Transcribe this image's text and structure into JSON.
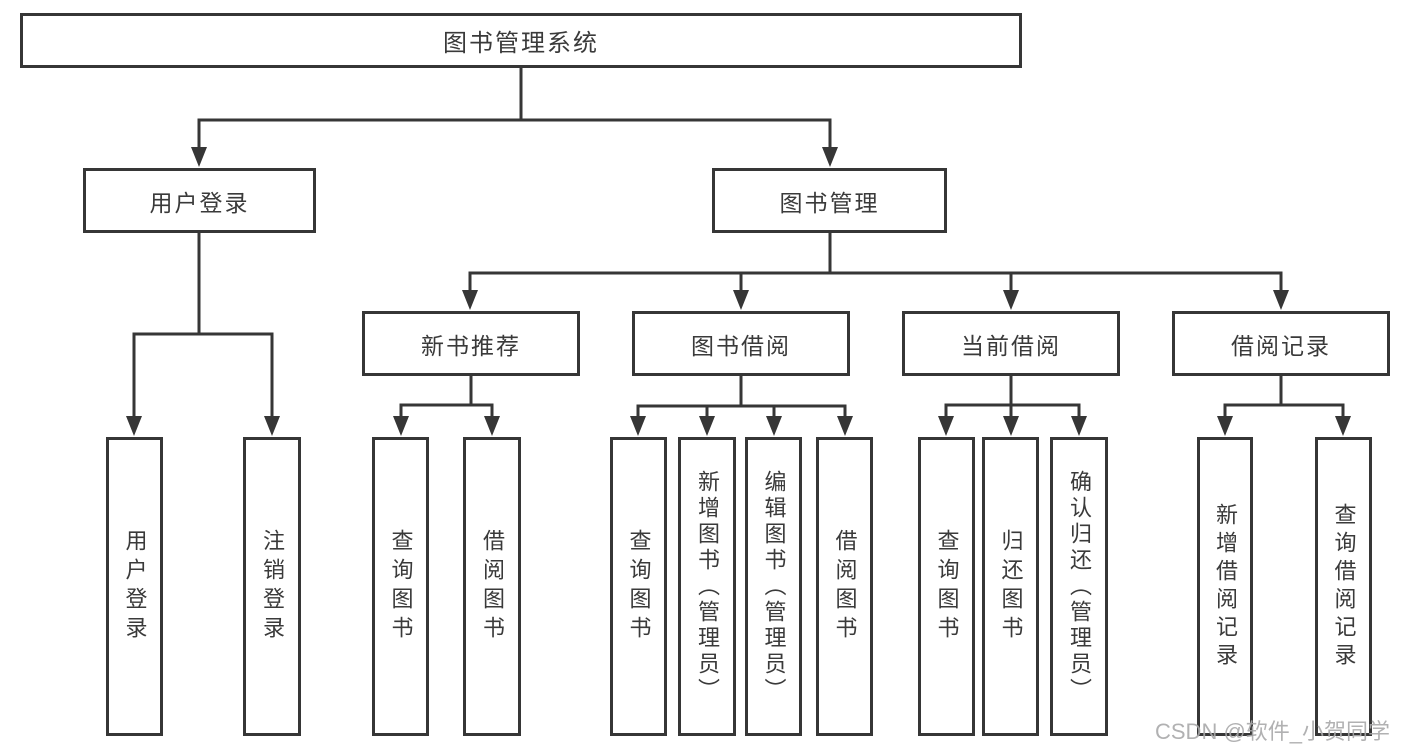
{
  "diagram": {
    "title": "图书管理系统",
    "root": {
      "label": "图书管理系统"
    },
    "level2": [
      {
        "label": "用户登录"
      },
      {
        "label": "图书管理"
      }
    ],
    "level3": [
      {
        "label": "新书推荐",
        "parent": "图书管理"
      },
      {
        "label": "图书借阅",
        "parent": "图书管理"
      },
      {
        "label": "当前借阅",
        "parent": "图书管理"
      },
      {
        "label": "借阅记录",
        "parent": "图书管理"
      }
    ],
    "leaves": [
      {
        "label": "用户登录",
        "parent": "用户登录"
      },
      {
        "label": "注销登录",
        "parent": "用户登录"
      },
      {
        "label": "查询图书",
        "parent": "新书推荐"
      },
      {
        "label": "借阅图书",
        "parent": "新书推荐"
      },
      {
        "label": "查询图书",
        "parent": "图书借阅"
      },
      {
        "label": "新增图书（管理员）",
        "parent": "图书借阅"
      },
      {
        "label": "编辑图书（管理员）",
        "parent": "图书借阅"
      },
      {
        "label": "借阅图书",
        "parent": "图书借阅"
      },
      {
        "label": "查询图书",
        "parent": "当前借阅"
      },
      {
        "label": "归还图书",
        "parent": "当前借阅"
      },
      {
        "label": "确认归还（管理员）",
        "parent": "当前借阅"
      },
      {
        "label": "新增借阅记录",
        "parent": "借阅记录"
      },
      {
        "label": "查询借阅记录",
        "parent": "借阅记录"
      }
    ]
  },
  "colors": {
    "line": "#363636",
    "text": "#3a3a3a",
    "box_background": "#ffffff",
    "watermark": "#a8a8aa"
  },
  "watermark": {
    "text": "CSDN @软件_小贺同学"
  }
}
